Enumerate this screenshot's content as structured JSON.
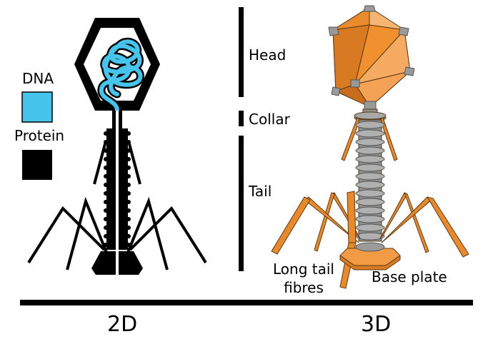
{
  "legend": {
    "items": [
      {
        "label": "DNA",
        "color": "#47c4ec"
      },
      {
        "label": "Protein",
        "color": "#000000"
      }
    ]
  },
  "parts": {
    "head": "Head",
    "collar": "Collar",
    "tail": "Tail",
    "long_tail_fibres_line1": "Long tail",
    "long_tail_fibres_line2": "fibres",
    "base_plate": "Base plate"
  },
  "views": {
    "left": "2D",
    "right": "3D"
  },
  "colors": {
    "dna": "#47c4ec",
    "protein": "#000000",
    "capsid_orange": "#f39a44",
    "capsid_dark": "#d97b22",
    "tail_gray": "#8e8e8e",
    "fibre_orange": "#e8892c"
  }
}
